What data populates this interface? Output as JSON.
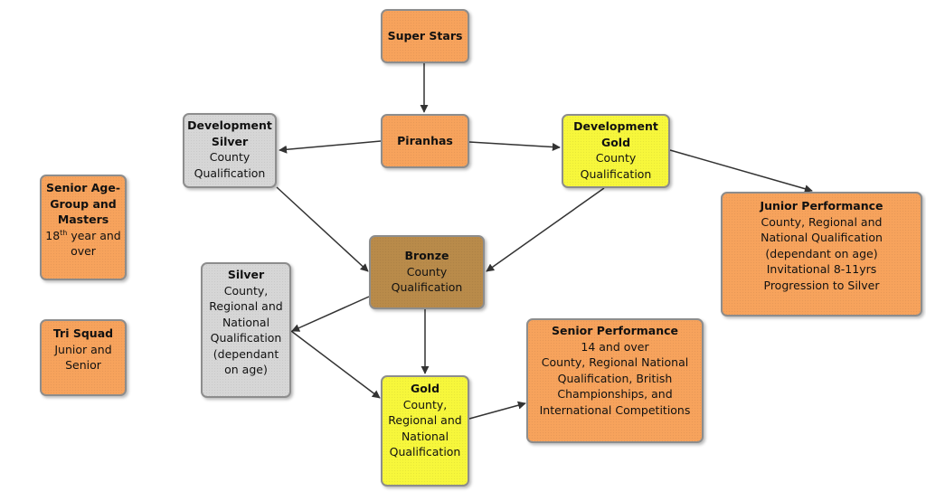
{
  "diagram": {
    "colors": {
      "orange": "#f7a35c",
      "grey": "#d6d6d6",
      "yellow": "#f7f73b",
      "bronze": "#b98b4a",
      "border": "#8d8d8d",
      "arrow": "#333333"
    },
    "nodes": {
      "super_stars": {
        "title": "Super Stars",
        "lines": []
      },
      "piranhas": {
        "title": "Piranhas",
        "lines": []
      },
      "development_silver": {
        "title": [
          "Development",
          "Silver"
        ],
        "lines": [
          "County",
          "Qualification"
        ]
      },
      "development_gold": {
        "title": [
          "Development",
          "Gold"
        ],
        "lines": [
          "County",
          "Qualification"
        ]
      },
      "junior_performance": {
        "title": "Junior Performance",
        "lines": [
          "County, Regional and",
          "National Qualification",
          "(dependant on age)",
          "Invitational 8-11yrs",
          "Progression to Silver"
        ]
      },
      "senior_age_group": {
        "title": [
          "Senior Age-",
          "Group and",
          "Masters"
        ],
        "ordinal_number": "18",
        "ordinal_suffix": "th",
        "ordinal_rest": " year and",
        "lines": [
          "over"
        ]
      },
      "tri_squad": {
        "title": "Tri Squad",
        "lines": [
          "Junior and",
          "Senior"
        ]
      },
      "bronze": {
        "title": "Bronze",
        "lines": [
          "County",
          "Qualification"
        ]
      },
      "silver": {
        "title": "Silver",
        "lines": [
          "County,",
          "Regional and",
          "National",
          "Qualification",
          "(dependant",
          "on age)"
        ]
      },
      "gold": {
        "title": "Gold",
        "lines": [
          "County,",
          "Regional and",
          "National",
          "Qualification"
        ]
      },
      "senior_performance": {
        "title": "Senior Performance",
        "lines": [
          "14 and over",
          "County, Regional National",
          "Qualification, British",
          "Championships, and",
          "International Competitions"
        ]
      }
    },
    "edges": [
      {
        "from": "super_stars",
        "to": "piranhas"
      },
      {
        "from": "piranhas",
        "to": "development_silver"
      },
      {
        "from": "piranhas",
        "to": "development_gold"
      },
      {
        "from": "development_gold",
        "to": "junior_performance"
      },
      {
        "from": "development_silver",
        "to": "bronze"
      },
      {
        "from": "development_gold",
        "to": "bronze"
      },
      {
        "from": "bronze",
        "to": "silver"
      },
      {
        "from": "bronze",
        "to": "gold"
      },
      {
        "from": "silver",
        "to": "gold"
      },
      {
        "from": "gold",
        "to": "senior_performance"
      }
    ]
  }
}
